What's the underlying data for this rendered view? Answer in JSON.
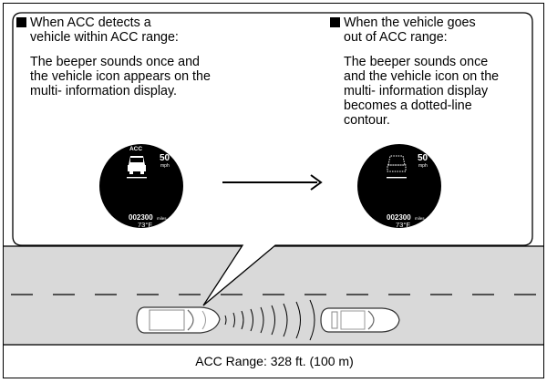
{
  "left": {
    "heading_line1": "When ACC detects a",
    "heading_line2": "vehicle within ACC range:",
    "body": [
      "The beeper sounds once and",
      "the vehicle icon appears on the",
      "multi- information display."
    ]
  },
  "right": {
    "heading_line1": "When the vehicle goes",
    "heading_line2": "out of ACC range:",
    "body": [
      "The beeper sounds once",
      "and the vehicle icon on the",
      "multi- information display",
      "becomes a dotted-line",
      "contour."
    ]
  },
  "display_left": {
    "mode": "ACC",
    "speed": "50",
    "speed_unit": "mph",
    "odometer": "002300",
    "odometer_unit": "miles",
    "temperature": "73°F"
  },
  "display_right": {
    "speed": "50",
    "speed_unit": "mph",
    "odometer": "002300",
    "odometer_unit": "miles",
    "temperature": "73°F"
  },
  "range_label": "ACC Range: 328 ft. (100 m)"
}
